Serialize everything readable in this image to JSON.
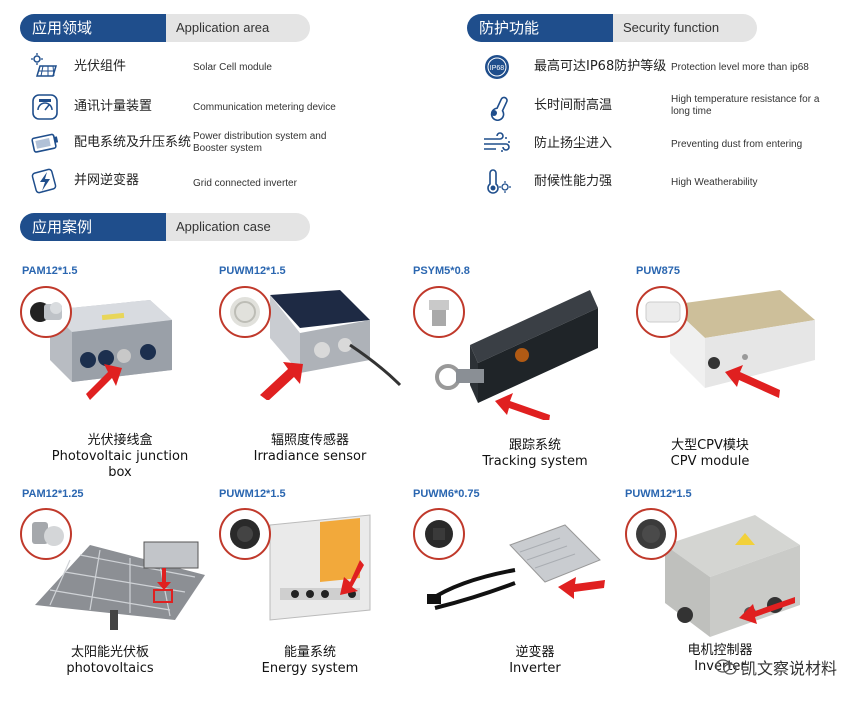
{
  "sections": {
    "app_area": {
      "cn": "应用领域",
      "en": "Application area"
    },
    "security": {
      "cn": "防护功能",
      "en": "Security function"
    },
    "app_case": {
      "cn": "应用案例",
      "en": "Application case"
    }
  },
  "app_area_items": [
    {
      "icon": "solar-panel-icon",
      "cn": "光伏组件",
      "en": "Solar Cell module"
    },
    {
      "icon": "meter-gauge-icon",
      "cn": "通讯计量装置",
      "en": "Communication metering device"
    },
    {
      "icon": "battery-icon",
      "cn": "配电系统及升压系统",
      "en": "Power distribution system and Booster system"
    },
    {
      "icon": "lightning-icon",
      "cn": "并网逆变器",
      "en": "Grid connected inverter"
    }
  ],
  "security_items": [
    {
      "icon": "ip68-badge-icon",
      "cn": "最高可达IP68防护等级",
      "en": "Protection level more than ip68"
    },
    {
      "icon": "thermometer-icon",
      "cn": "长时间耐高温",
      "en": "High temperature resistance for a long time"
    },
    {
      "icon": "wind-dust-icon",
      "cn": "防止扬尘进入",
      "en": "Preventing dust from entering"
    },
    {
      "icon": "weather-thermometer-icon",
      "cn": "耐候性能力强",
      "en": "High Weatherability"
    }
  ],
  "cases": [
    {
      "code": "PAM12*1.5",
      "cn": "光伏接线盒",
      "en": "Photovoltaic junction box"
    },
    {
      "code": "PUWM12*1.5",
      "cn": "辐照度传感器",
      "en": "Irradiance sensor"
    },
    {
      "code": "PSYM5*0.8",
      "cn": "跟踪系统",
      "en": "Tracking system"
    },
    {
      "code": "PUW875",
      "cn": "大型CPV模块",
      "en": "CPV module"
    },
    {
      "code": "PAM12*1.25",
      "cn": "太阳能光伏板",
      "en": "photovoltaics"
    },
    {
      "code": "PUWM12*1.5",
      "cn": "能量系统",
      "en": "Energy system"
    },
    {
      "code": "PUWM6*0.75",
      "cn": "逆变器",
      "en": "Inverter"
    },
    {
      "code": "PUWM12*1.5",
      "cn": "电机控制器",
      "en": "Inverter"
    }
  ],
  "watermark": "凯文察说材料",
  "colors": {
    "primary": "#1f4e8c",
    "accent_red": "#e02020",
    "code_blue": "#2a66b0"
  }
}
